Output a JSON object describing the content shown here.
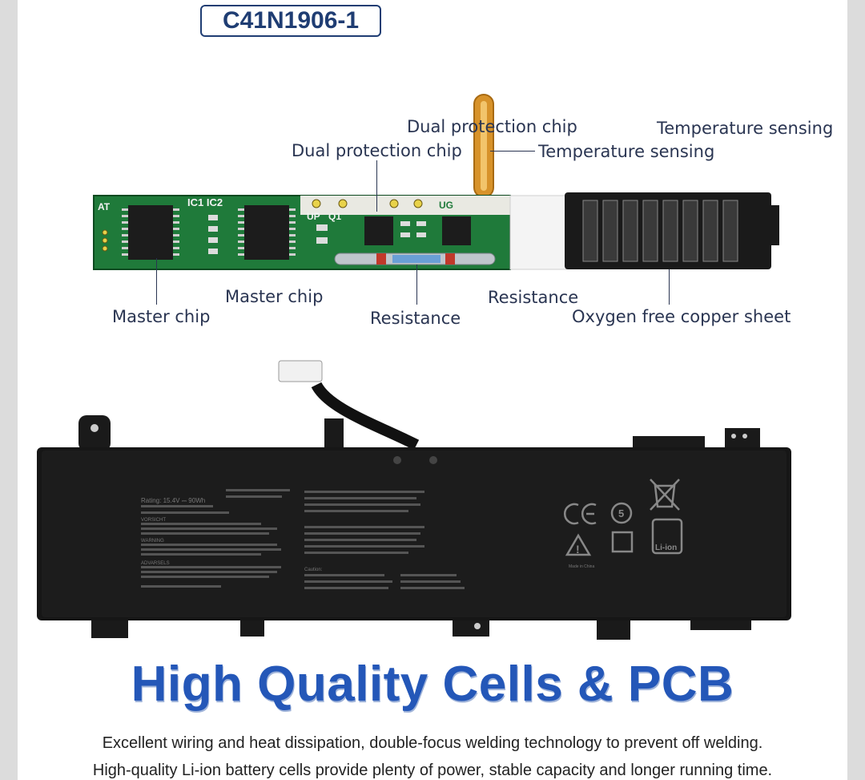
{
  "model": "C41N1906-1",
  "labels": {
    "dual_chip_upper": "Dual protection chip",
    "dual_chip_lower": "Dual protection chip",
    "temp_upper": "Temperature sensing",
    "temp_lower": "Temperature sensing",
    "master_upper": "Master chip",
    "master_lower": "Master chip",
    "resistance_upper": "Resistance",
    "resistance_lower": "Resistance",
    "copper": "Oxygen free copper sheet"
  },
  "pcb_marks": {
    "at": "AT",
    "ic": "IC1  IC2",
    "up": "UP",
    "q1": "Q1",
    "ug": "UG"
  },
  "battery_label": {
    "rating": "Rating: 15.4V ⎓ 90Wh",
    "warn1": "VORSICHT",
    "warn2": "WARNING",
    "warn3": "ADVARSELS",
    "caution": "Caution:",
    "made_in": "Made in China",
    "liion": "Li-ion"
  },
  "headline": "High Quality Cells & PCB",
  "description": [
    "Excellent wiring and heat dissipation, double-focus welding technology to prevent off welding.",
    "High-quality Li-ion battery cells provide plenty of power, stable capacity and longer running time."
  ],
  "colors": {
    "accent_blue": "#2457b8",
    "label_text": "#2a3552",
    "pcb_green": "#1f7a3a",
    "battery_black": "#161616"
  }
}
